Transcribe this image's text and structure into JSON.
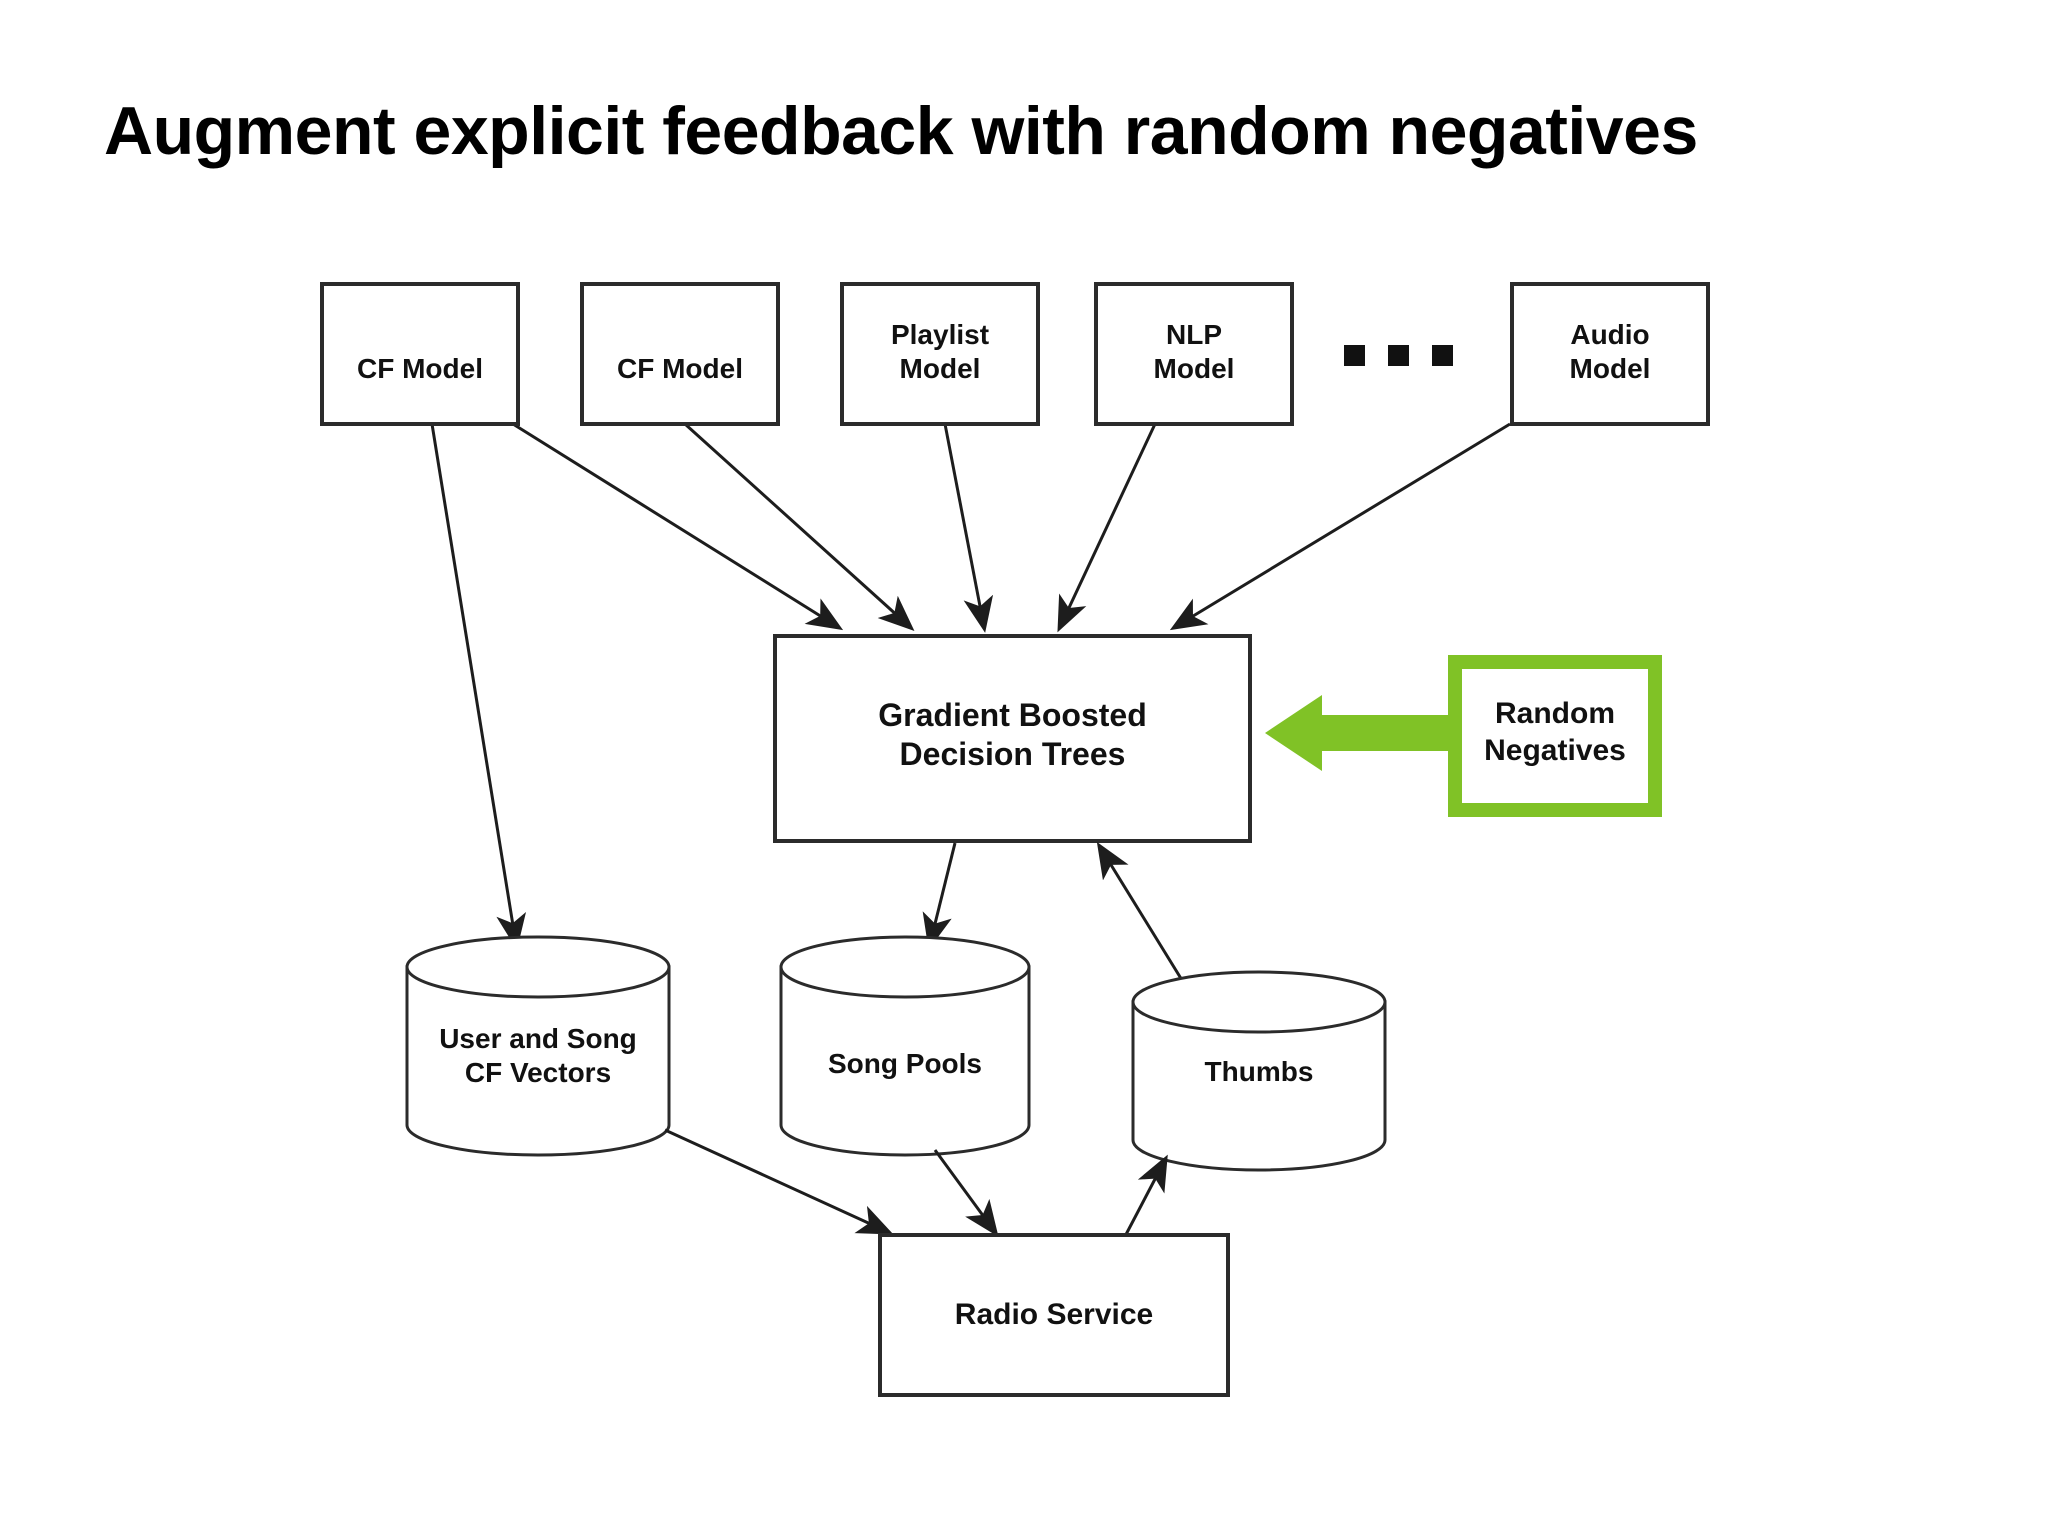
{
  "slide": {
    "title": "Augment explicit feedback with random negatives",
    "background": "#ffffff"
  },
  "colors": {
    "stroke": "#2b2b2b",
    "text": "#111111",
    "accent_green": "#80C226",
    "white": "#ffffff"
  },
  "diagram": {
    "type": "flow-diagram",
    "nodes": {
      "cf_model_1": {
        "label": "CF Model",
        "shape": "rectangle"
      },
      "cf_model_2": {
        "label": "CF Model",
        "shape": "rectangle"
      },
      "playlist_model": {
        "label": "Playlist\nModel",
        "shape": "rectangle"
      },
      "nlp_model": {
        "label": "NLP\nModel",
        "shape": "rectangle"
      },
      "ellipsis": {
        "label": "...",
        "shape": "three-squares"
      },
      "audio_model": {
        "label": "Audio\nModel",
        "shape": "rectangle"
      },
      "gbdt": {
        "label": "Gradient Boosted\nDecision Trees",
        "shape": "rectangle"
      },
      "random_negatives": {
        "label": "Random\nNegatives",
        "shape": "rectangle",
        "color": "#80C226"
      },
      "cf_vectors": {
        "label": "User and Song\nCF Vectors",
        "shape": "cylinder"
      },
      "song_pools": {
        "label": "Song Pools",
        "shape": "cylinder"
      },
      "thumbs": {
        "label": "Thumbs",
        "shape": "cylinder"
      },
      "radio_service": {
        "label": "Radio Service",
        "shape": "rectangle"
      }
    },
    "edges": [
      {
        "from": "cf_model_1",
        "to": "cf_vectors",
        "direction": "one-way"
      },
      {
        "from": "cf_model_1",
        "to": "gbdt",
        "direction": "one-way"
      },
      {
        "from": "cf_model_2",
        "to": "gbdt",
        "direction": "one-way"
      },
      {
        "from": "playlist_model",
        "to": "gbdt",
        "direction": "one-way"
      },
      {
        "from": "nlp_model",
        "to": "gbdt",
        "direction": "one-way"
      },
      {
        "from": "audio_model",
        "to": "gbdt",
        "direction": "one-way"
      },
      {
        "from": "random_negatives",
        "to": "gbdt",
        "direction": "one-way",
        "color": "#80C226"
      },
      {
        "from": "gbdt",
        "to": "song_pools",
        "direction": "one-way"
      },
      {
        "from": "thumbs",
        "to": "gbdt",
        "direction": "one-way"
      },
      {
        "from": "cf_vectors",
        "to": "radio_service",
        "direction": "one-way"
      },
      {
        "from": "song_pools",
        "to": "radio_service",
        "direction": "one-way"
      },
      {
        "from": "thumbs",
        "to": "radio_service",
        "direction": "two-way"
      }
    ]
  }
}
